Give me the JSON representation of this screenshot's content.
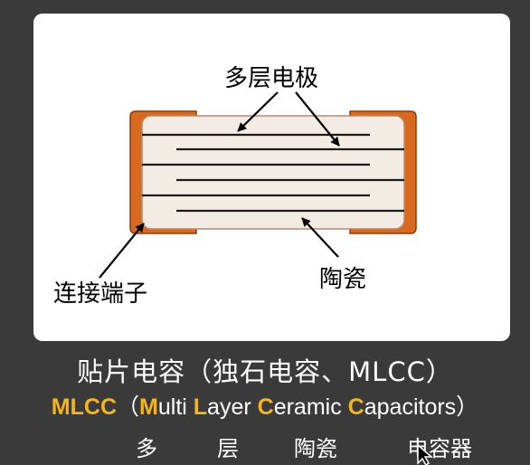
{
  "diagram": {
    "labels": {
      "electrodes": "多层电极",
      "ceramic": "陶瓷",
      "terminals": "连接端子"
    },
    "colors": {
      "terminal": "#d9691f",
      "body": "#f3ece4",
      "body_border": "#b88a6e",
      "electrode": "#1a1a1a"
    }
  },
  "caption": {
    "title": "贴片电容（独石电容、MLCC）",
    "subtitle": {
      "abbr": "MLCC",
      "open": "（",
      "m": "M",
      "ulti": "ulti ",
      "l": "L",
      "ayer": "ayer ",
      "c1": "C",
      "eramic": "eramic ",
      "c2": "C",
      "apacitors": "apacitors）"
    },
    "translation": [
      "多",
      "层",
      "陶瓷",
      "电容器"
    ],
    "highlight_color": "#f3b51b"
  }
}
